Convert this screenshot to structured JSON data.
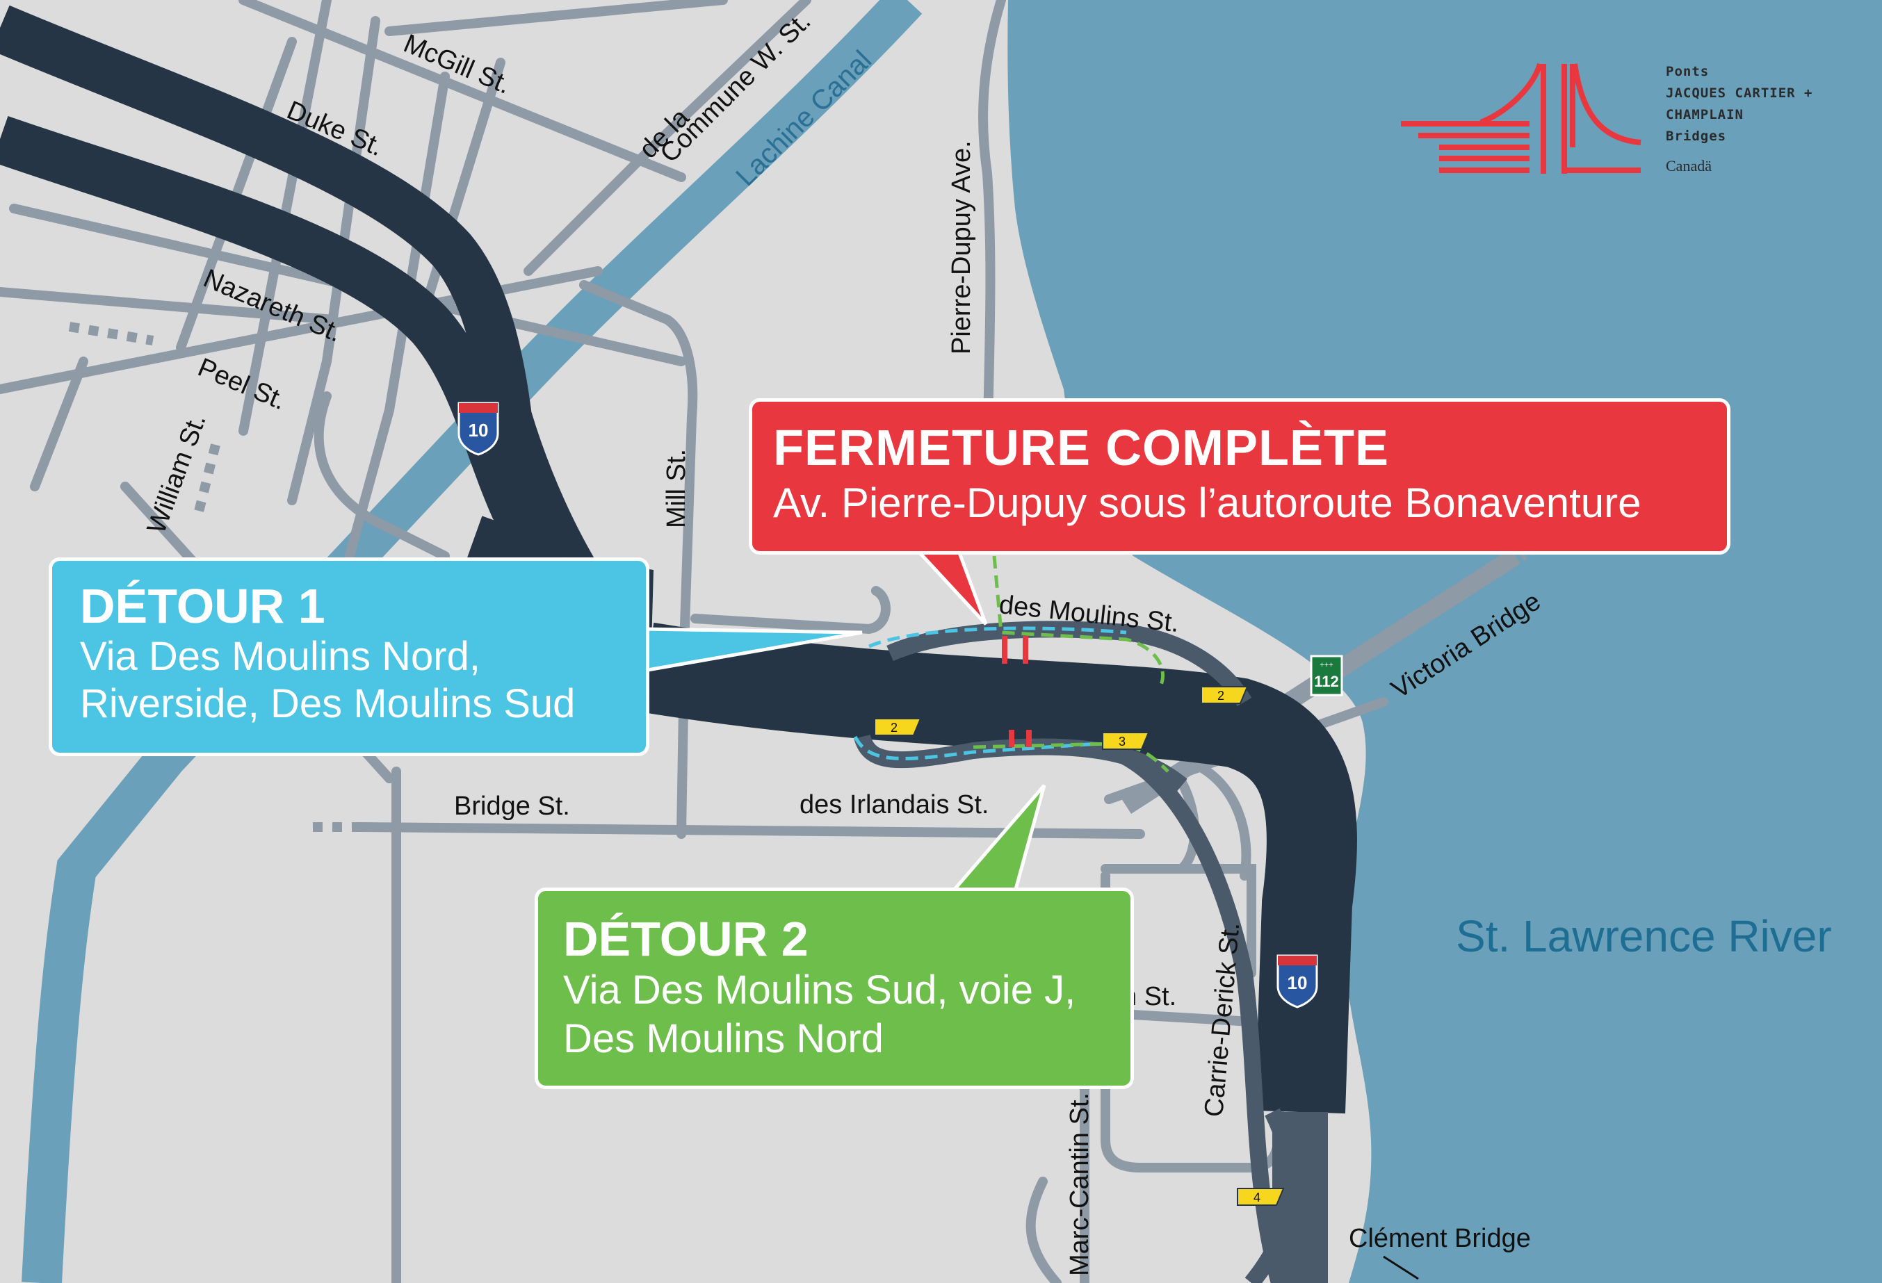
{
  "streets": {
    "mcgill": "McGill St.",
    "commune_line1": "de la",
    "commune_line2": "Commune W. St.",
    "duke": "Duke St.",
    "nazareth": "Nazareth St.",
    "peel": "Peel St.",
    "william": "William St.",
    "mill": "Mill St.",
    "pierre_dupuy": "Pierre-Dupuy Ave.",
    "des_moulins": "des Moulins St.",
    "bridge": "Bridge St.",
    "des_irlandais": "des Irlandais St.",
    "carrie_derick": "Carrie-Derick St.",
    "marc_cantin": "Marc-Cantin St.",
    "partial_street": "n St."
  },
  "water": {
    "lachine_canal": "Lachine Canal",
    "river": "St. Lawrence River"
  },
  "bridges": {
    "victoria": "Victoria Bridge",
    "clement": "Clément Bridge"
  },
  "shields": {
    "highway_10_top": "10",
    "highway_10_bottom": "10",
    "route_112": "112",
    "exit_2_left": "2",
    "exit_2_right": "2",
    "exit_3": "3",
    "exit_4": "4"
  },
  "callouts": {
    "detour1": {
      "title": "DÉTOUR 1",
      "line1": "Via Des Moulins Nord,",
      "line2": "Riverside, Des Moulins Sud"
    },
    "detour2": {
      "title": "DÉTOUR 2",
      "line1": "Via Des Moulins Sud, voie J,",
      "line2": "Des Moulins Nord"
    },
    "closure": {
      "title": "FERMETURE COMPLÈTE",
      "line1": "Av. Pierre-Dupuy sous l’autoroute Bonaventure"
    }
  },
  "logo": {
    "line1": "Ponts",
    "line2": "JACQUES CARTIER +",
    "line3": "CHAMPLAIN",
    "line4": "Bridges",
    "canada": "Canadä"
  },
  "colors": {
    "land": "#dcdcdc",
    "water": "#6aa0b9",
    "highway": "#253545",
    "road": "#8e9aa6",
    "detour1": "#4bc5e3",
    "detour2": "#6ebe4b",
    "closure": "#e8373e",
    "exit_shield": "#f6d71e"
  }
}
